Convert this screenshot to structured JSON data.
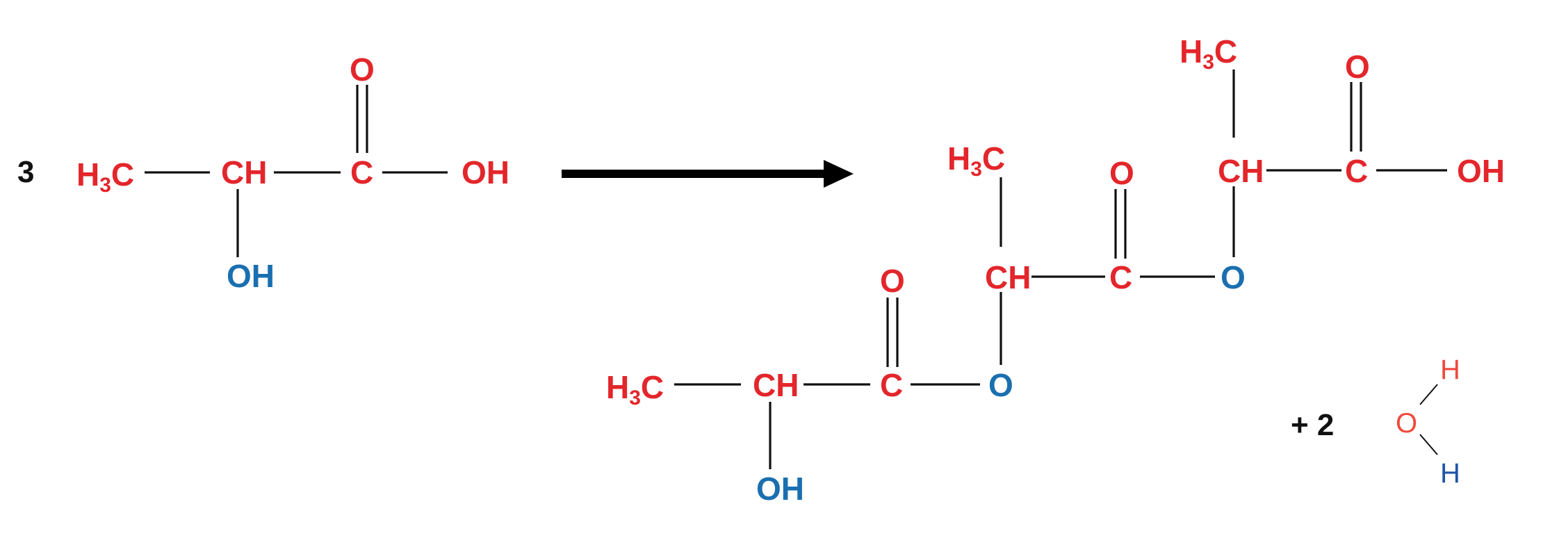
{
  "colors": {
    "red": "#e3262b",
    "blue": "#1a6fb0",
    "water_o": "#ee4a3c",
    "water_h_top": "#ee4a3c",
    "water_h_bottom": "#1f54a8",
    "black": "#111111"
  },
  "reaction": {
    "reactant_coefficient": "3",
    "product_water_coefficient": "+ 2",
    "arrow": "right-arrow"
  },
  "reactant": {
    "h3c": {
      "main": "H",
      "sub": "3",
      "tail": "C"
    },
    "ch": "CH",
    "c": "C",
    "o_double": "O",
    "oh_acid": "OH",
    "oh_side": "OH"
  },
  "product": {
    "unit1": {
      "h3c": {
        "main": "H",
        "sub": "3",
        "tail": "C"
      },
      "ch": "CH",
      "c": "C",
      "o_double": "O",
      "o_ester": "O",
      "oh_side": "OH"
    },
    "unit2": {
      "h3c": {
        "main": "H",
        "sub": "3",
        "tail": "C"
      },
      "ch": "CH",
      "c": "C",
      "o_double": "O",
      "o_ester": "O"
    },
    "unit3": {
      "h3c": {
        "main": "H",
        "sub": "3",
        "tail": "C"
      },
      "ch": "CH",
      "c": "C",
      "o_double": "O",
      "oh_acid": "OH"
    }
  },
  "water": {
    "o": "O",
    "h_top": "H",
    "h_bottom": "H"
  }
}
